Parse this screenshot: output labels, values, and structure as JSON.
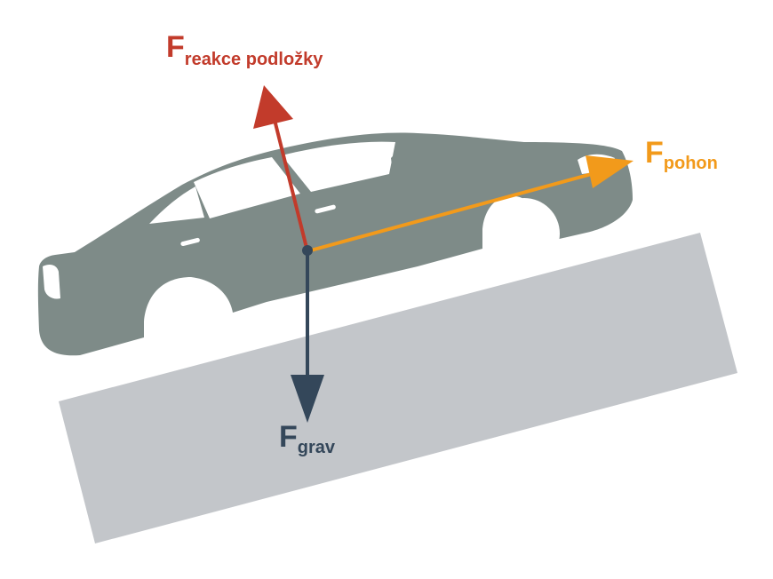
{
  "colors": {
    "background": "#ffffff",
    "road": "#c3c6ca",
    "car_body": "#7e8b88",
    "car_window": "#ffffff",
    "wheel": "#ffffff",
    "force_reaction": "#c23b2b",
    "force_drive": "#f29a1b",
    "force_gravity": "#34475a"
  },
  "forces": {
    "reaction": {
      "main": "F",
      "sub": "reakce podložky"
    },
    "drive": {
      "main": "F",
      "sub": "pohon"
    },
    "gravity": {
      "main": "F",
      "sub": "grav"
    }
  },
  "icons": {
    "car": "car-side-icon",
    "road": "inclined-plane-icon"
  }
}
